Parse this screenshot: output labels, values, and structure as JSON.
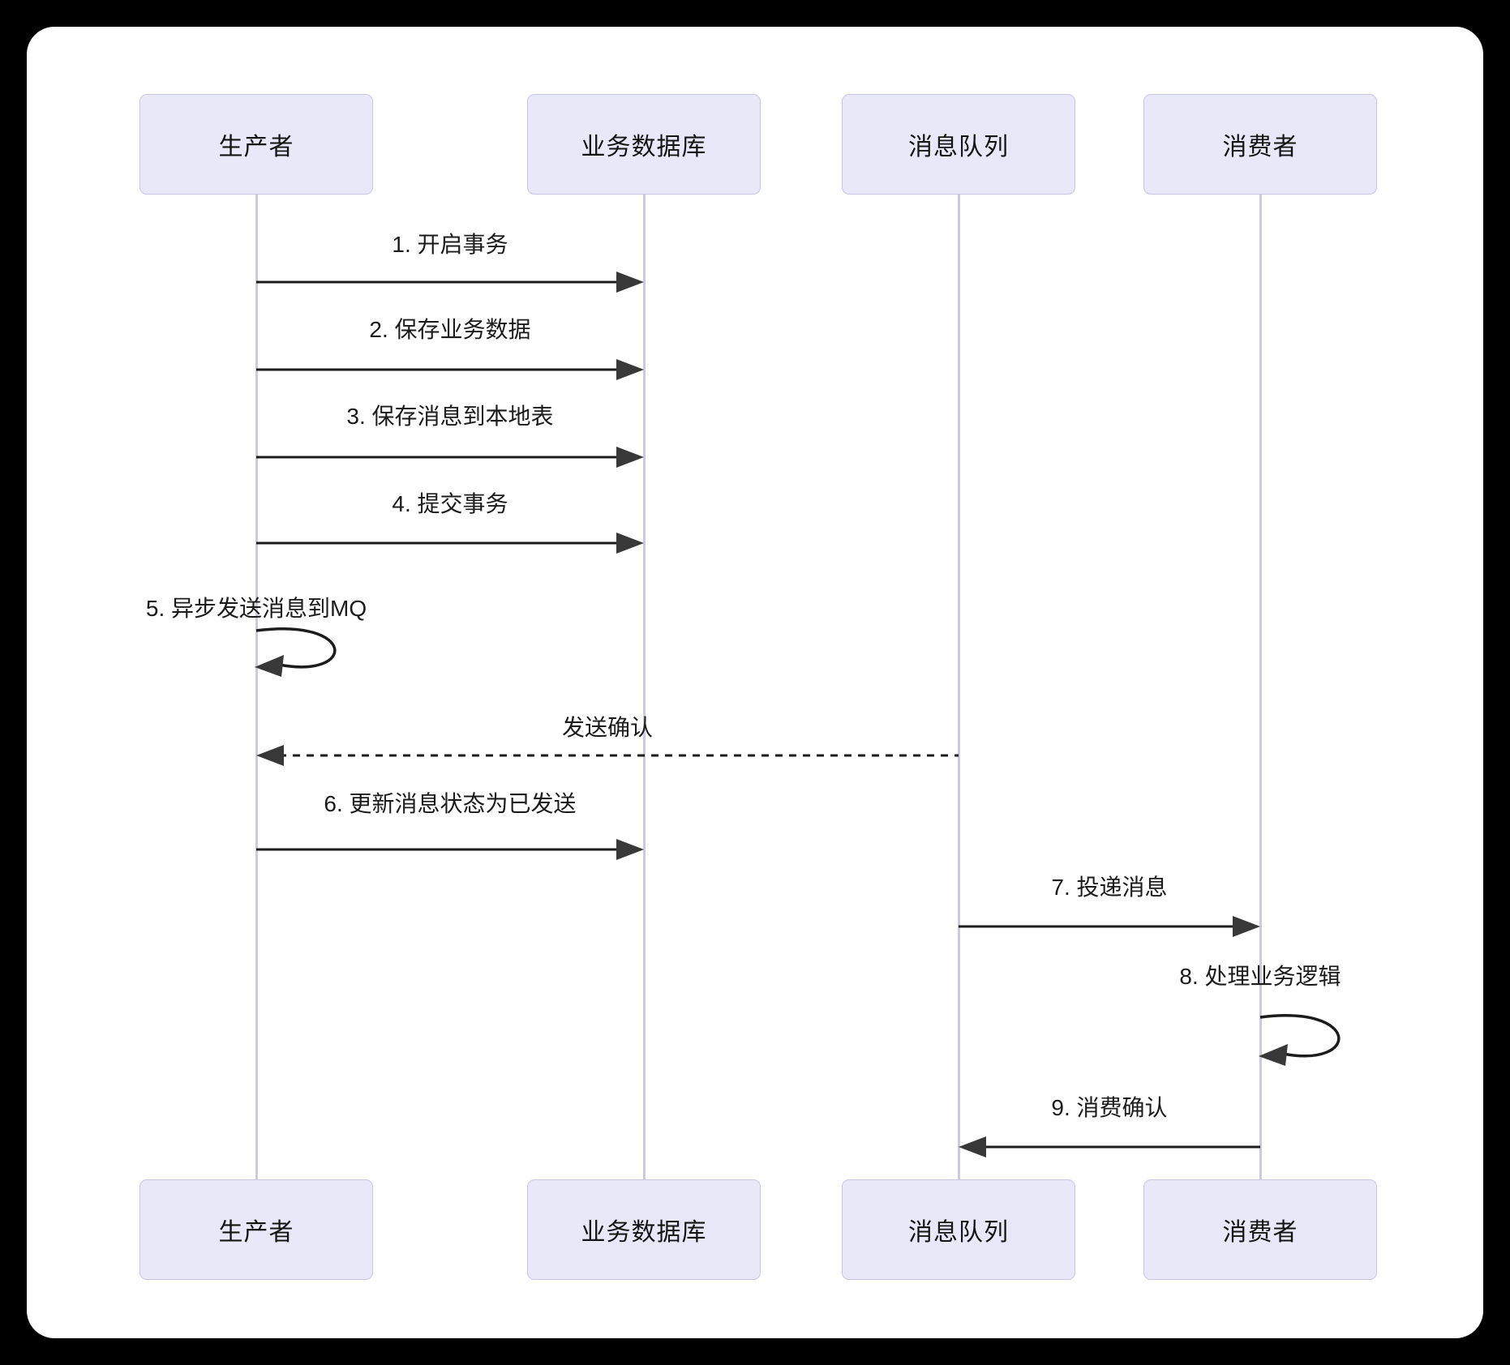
{
  "diagram": {
    "type": "sequence-diagram",
    "background": "#000000",
    "card_background": "#ffffff",
    "colors": {
      "actor_box_fill": "#e9e8f8",
      "actor_box_border": "#c9c5e4",
      "lifeline": "#cbc8ea",
      "arrow_line": "#1c1c1c",
      "arrowhead": "#383838",
      "text": "#1b1b1b"
    },
    "actors": [
      {
        "id": "producer",
        "label": "生产者"
      },
      {
        "id": "db",
        "label": "业务数据库"
      },
      {
        "id": "mq",
        "label": "消息队列"
      },
      {
        "id": "consumer",
        "label": "消费者"
      }
    ],
    "messages": [
      {
        "label": "1. 开启事务",
        "from": "producer",
        "to": "db",
        "style": "solid"
      },
      {
        "label": "2. 保存业务数据",
        "from": "producer",
        "to": "db",
        "style": "solid"
      },
      {
        "label": "3. 保存消息到本地表",
        "from": "producer",
        "to": "db",
        "style": "solid"
      },
      {
        "label": "4. 提交事务",
        "from": "producer",
        "to": "db",
        "style": "solid"
      },
      {
        "label": "5. 异步发送消息到MQ",
        "from": "producer",
        "to": "producer",
        "style": "self"
      },
      {
        "label": "发送确认",
        "from": "mq",
        "to": "producer",
        "style": "dashed"
      },
      {
        "label": "6. 更新消息状态为已发送",
        "from": "producer",
        "to": "db",
        "style": "solid"
      },
      {
        "label": "7. 投递消息",
        "from": "mq",
        "to": "consumer",
        "style": "solid"
      },
      {
        "label": "8. 处理业务逻辑",
        "from": "consumer",
        "to": "consumer",
        "style": "self"
      },
      {
        "label": "9. 消费确认",
        "from": "consumer",
        "to": "mq",
        "style": "solid"
      }
    ]
  }
}
